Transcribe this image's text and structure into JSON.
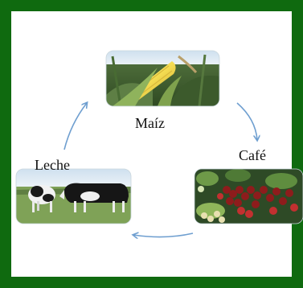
{
  "diagram": {
    "nodes": [
      {
        "id": "maiz",
        "label": "Maíz",
        "image": "corn-cob-photo"
      },
      {
        "id": "cafe",
        "label": "Café",
        "image": "coffee-cherries-photo"
      },
      {
        "id": "leche",
        "label": "Leche",
        "image": "dairy-cows-photo"
      }
    ],
    "edges": [
      {
        "from": "maiz",
        "to": "cafe"
      },
      {
        "from": "cafe",
        "to": "leche"
      },
      {
        "from": "leche",
        "to": "maiz"
      }
    ],
    "colors": {
      "frame": "#0f6a0f",
      "arrow": "#6f9fd0",
      "text": "#111111"
    }
  }
}
